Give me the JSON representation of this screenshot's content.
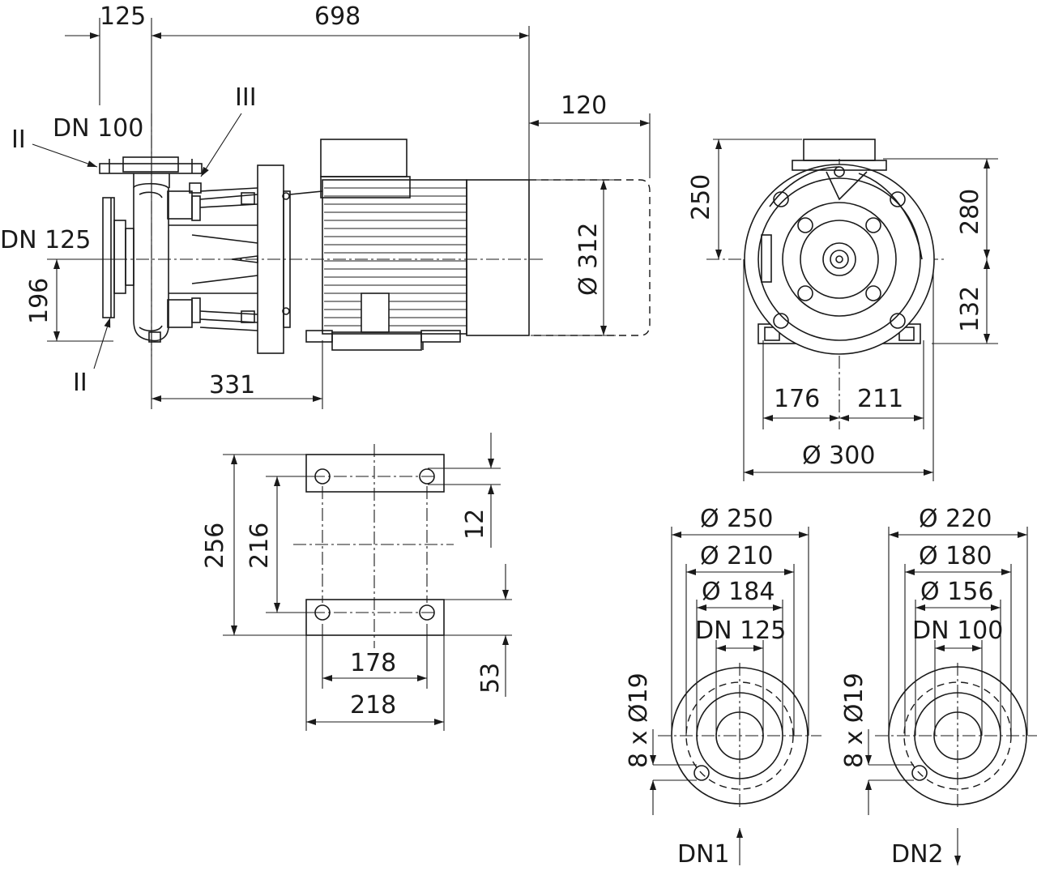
{
  "colors": {
    "line": "#1a1a1a",
    "background": "#ffffff"
  },
  "side_view": {
    "dim_125": "125",
    "dim_698": "698",
    "dim_120": "120",
    "dim_331": "331",
    "dim_196": "196",
    "dim_d312": "Ø 312",
    "label_dn100": "DN 100",
    "label_dn125": "DN 125",
    "ref_II_top": "II",
    "ref_II_bottom": "II",
    "ref_III": "III"
  },
  "end_view": {
    "dim_250": "250",
    "dim_280": "280",
    "dim_132": "132",
    "dim_176": "176",
    "dim_211": "211",
    "dim_d300": "Ø 300"
  },
  "foot_view": {
    "dim_256": "256",
    "dim_216": "216",
    "dim_12": "12",
    "dim_53": "53",
    "dim_178": "178",
    "dim_218": "218"
  },
  "flange_dn1": {
    "d_outer": "Ø 250",
    "d_bolt": "Ø 210",
    "d_face": "Ø 184",
    "dn": "DN 125",
    "holes": "8 x Ø19",
    "name": "DN1"
  },
  "flange_dn2": {
    "d_outer": "Ø 220",
    "d_bolt": "Ø 180",
    "d_face": "Ø 156",
    "dn": "DN 100",
    "holes": "8 x Ø19",
    "name": "DN2"
  }
}
